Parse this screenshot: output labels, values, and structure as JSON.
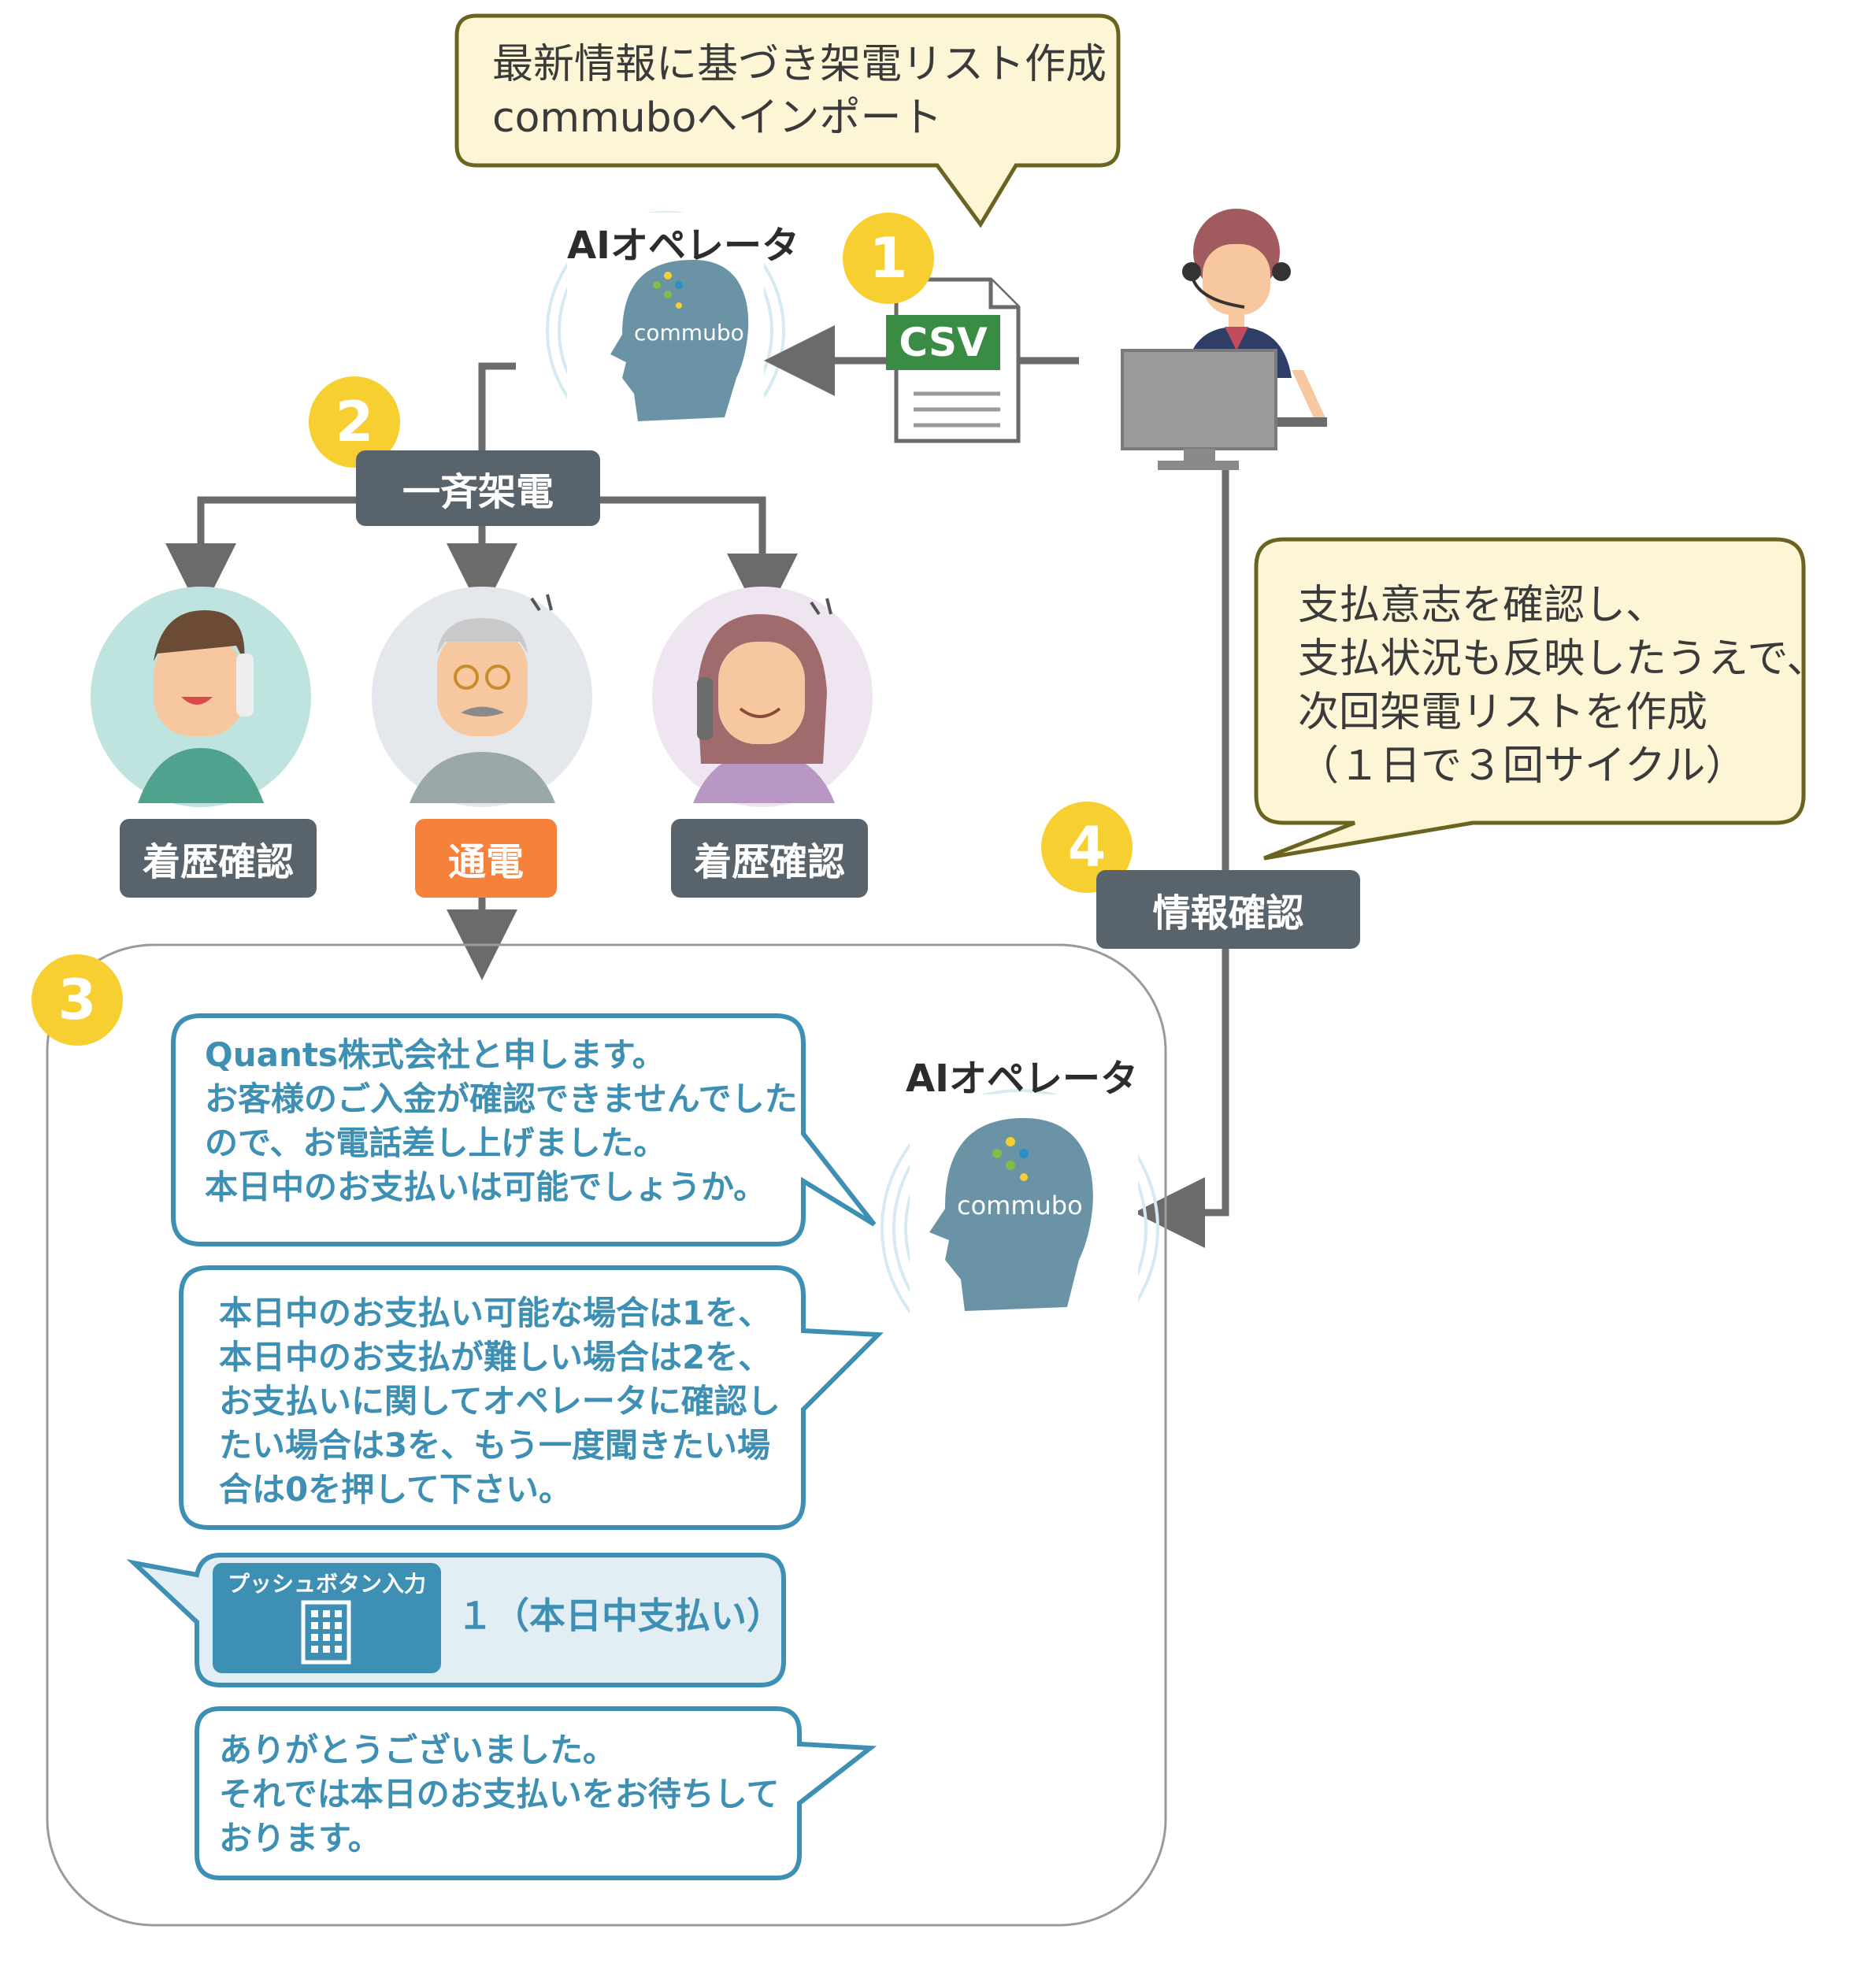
{
  "step1": {
    "number": "1",
    "bubble_lines": [
      "最新情報に基づき架電リスト作成",
      "commuboへインポート"
    ],
    "file_label": "CSV"
  },
  "step2": {
    "number": "2",
    "label": "一斉架電"
  },
  "step3": {
    "number": "3"
  },
  "step4": {
    "number": "4",
    "label": "情報確認",
    "bubble_lines": [
      "支払意志を確認し、",
      "支払状況も反映したうえで、",
      "次回架電リストを作成",
      "（１日で３回サイクル）"
    ]
  },
  "ai_operator": {
    "title": "AIオペレータ",
    "brand": "commubo"
  },
  "results": [
    {
      "label": "着歴確認"
    },
    {
      "label": "通電"
    },
    {
      "label": "着歴確認"
    }
  ],
  "chat": {
    "msg1": [
      "Quants株式会社と申します。",
      "お客様のご入金が確認できませんでした",
      "ので、お電話差し上げました。",
      "本日中のお支払いは可能でしょうか。"
    ],
    "msg2": [
      "本日中のお支払い可能な場合は1を、",
      "本日中のお支払が難しい場合は2を、",
      "お支払いに関してオペレータに確認し",
      "たい場合は3を、もう一度聞きたい場",
      "合は0を押して下さい。"
    ],
    "push": {
      "label": "プッシュボタン入力",
      "value": "１（本日中支払い）"
    },
    "msg3": [
      "ありがとうございました。",
      "それでは本日のお支払いをお待ちして",
      "おります。"
    ]
  },
  "colors": {
    "badge": "#f8cf30",
    "dark_label": "#58636c",
    "orange_label": "#f5813a",
    "note_bg": "#fdf6d6",
    "note_border": "#6b6320",
    "chat_border": "#3d8fb3",
    "chat_text": "#3d8fb3",
    "head": "#6a93a5",
    "csv_green": "#3a8c45"
  }
}
